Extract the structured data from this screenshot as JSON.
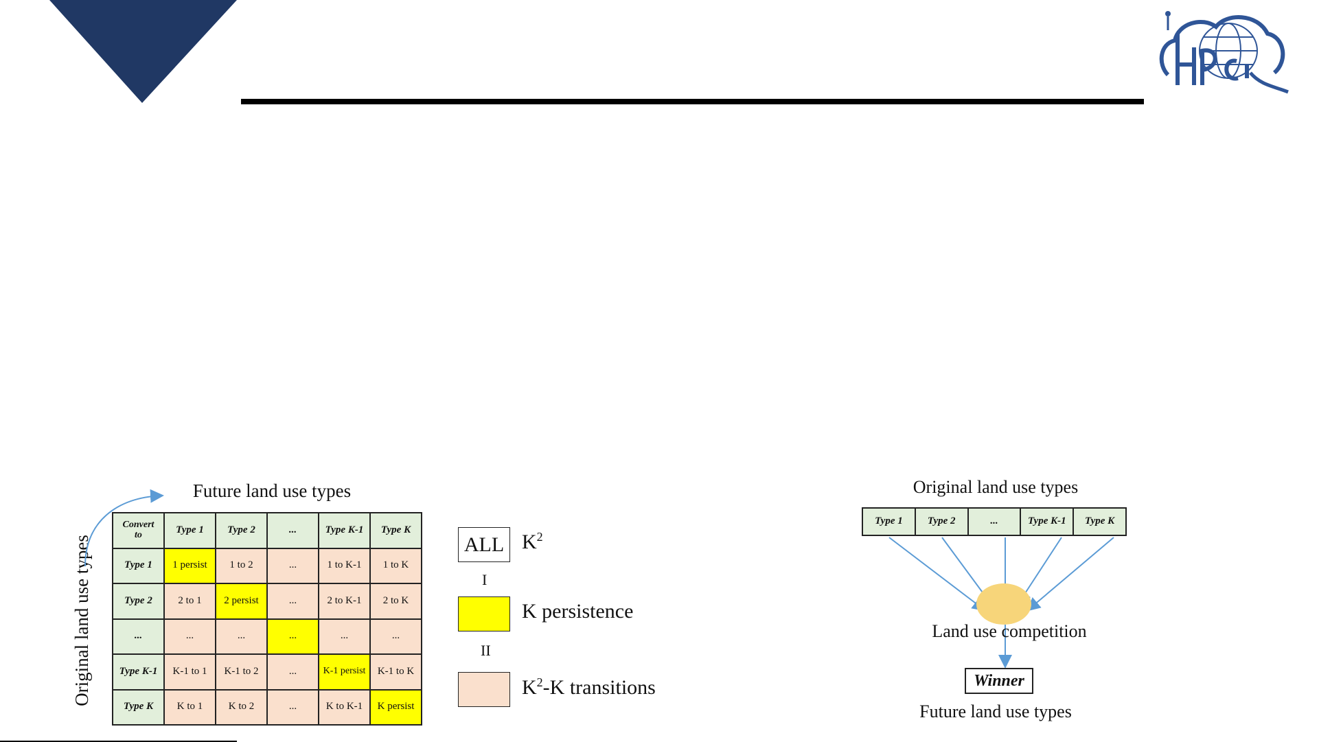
{
  "colors": {
    "header_triangle": "#203864",
    "header_rule": "#000000",
    "logo_blue": "#2f5597",
    "matrix_header_fill": "#e2efdb",
    "persistence_fill": "#ffff00",
    "transition_fill": "#fae0cd",
    "arrow_blue": "#5b9bd5",
    "competition_ellipse": "#f7d57a"
  },
  "matrix": {
    "future_title": "Future land use types",
    "original_title": "Original land use types",
    "rows": [
      [
        {
          "t": "Convert\nto",
          "k": "hdr"
        },
        {
          "t": "Type 1",
          "k": "hdr"
        },
        {
          "t": "Type 2",
          "k": "hdr"
        },
        {
          "t": "...",
          "k": "hdr"
        },
        {
          "t": "Type K-1",
          "k": "hdr"
        },
        {
          "t": "Type  K",
          "k": "hdr"
        }
      ],
      [
        {
          "t": "Type 1",
          "k": "hdr"
        },
        {
          "t": "1 persist",
          "k": "persist"
        },
        {
          "t": "1 to 2",
          "k": "trans"
        },
        {
          "t": "...",
          "k": "trans"
        },
        {
          "t": "1 to K-1",
          "k": "trans"
        },
        {
          "t": "1 to K",
          "k": "trans"
        }
      ],
      [
        {
          "t": "Type 2",
          "k": "hdr"
        },
        {
          "t": "2 to 1",
          "k": "trans"
        },
        {
          "t": "2 persist",
          "k": "persist"
        },
        {
          "t": "...",
          "k": "trans"
        },
        {
          "t": "2 to K-1",
          "k": "trans"
        },
        {
          "t": "2 to K",
          "k": "trans"
        }
      ],
      [
        {
          "t": "...",
          "k": "hdr"
        },
        {
          "t": "...",
          "k": "trans"
        },
        {
          "t": "...",
          "k": "trans"
        },
        {
          "t": "...",
          "k": "persist"
        },
        {
          "t": "...",
          "k": "trans"
        },
        {
          "t": "...",
          "k": "trans"
        }
      ],
      [
        {
          "t": "Type K-1",
          "k": "hdr"
        },
        {
          "t": "K-1 to 1",
          "k": "trans"
        },
        {
          "t": "K-1 to 2",
          "k": "trans"
        },
        {
          "t": "...",
          "k": "trans"
        },
        {
          "t": "K-1 persist",
          "k": "persist"
        },
        {
          "t": "K-1 to K",
          "k": "trans"
        }
      ],
      [
        {
          "t": "Type  K",
          "k": "hdr"
        },
        {
          "t": "K to 1",
          "k": "trans"
        },
        {
          "t": "K to 2",
          "k": "trans"
        },
        {
          "t": "...",
          "k": "trans"
        },
        {
          "t": "K to K-1",
          "k": "trans"
        },
        {
          "t": "K persist",
          "k": "persist"
        }
      ]
    ]
  },
  "legend": {
    "all_box": "ALL",
    "all_text": "K",
    "all_sup": "2",
    "minus": "I",
    "persistence": "K persistence",
    "equals": "II",
    "transitions_k": "K",
    "transitions_sup": "2",
    "transitions_rest": "-K transitions"
  },
  "competition": {
    "original_title": "Original land use types",
    "types": [
      "Type 1",
      "Type 2",
      "...",
      "Type K-1",
      "Type  K"
    ],
    "label": "Land use competition",
    "winner": "Winner",
    "future_title": "Future land use types"
  }
}
